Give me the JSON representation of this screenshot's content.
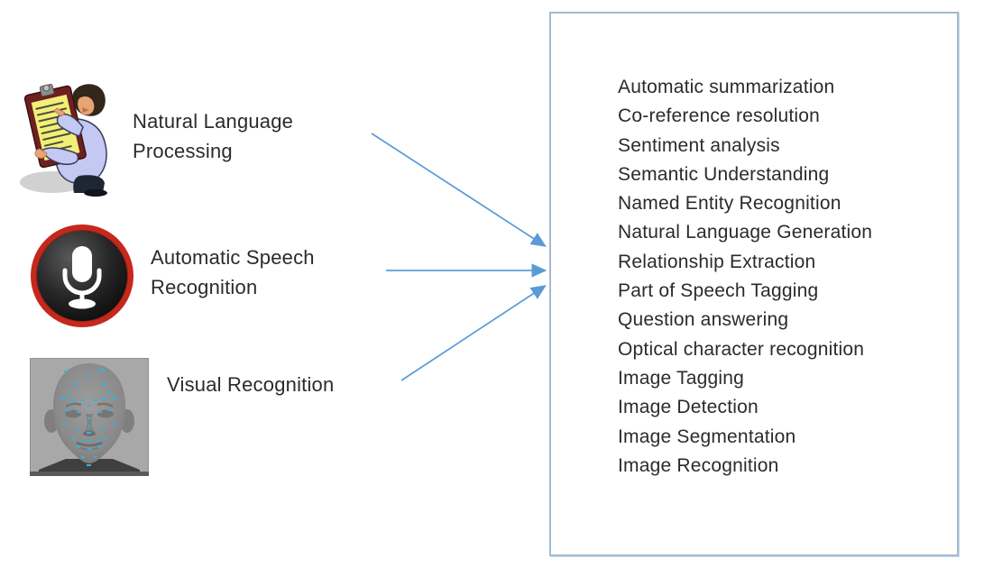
{
  "diagram": {
    "sources": [
      {
        "label": "Natural Language Processing",
        "icon": "clipboard-person-icon"
      },
      {
        "label": "Automatic Speech Recognition",
        "icon": "microphone-icon"
      },
      {
        "label": "Visual Recognition",
        "icon": "face-scan-icon"
      }
    ],
    "tasks": [
      "Automatic summarization",
      "Co-reference resolution",
      "Sentiment analysis",
      "Semantic Understanding",
      "Named Entity Recognition",
      "Natural Language Generation",
      "Relationship Extraction",
      "Part of Speech Tagging",
      "Question answering",
      "Optical character recognition",
      "Image Tagging",
      "Image Detection",
      "Image Segmentation",
      "Image Recognition"
    ]
  },
  "colors": {
    "arrow": "#5b9bd5",
    "box_border": "#a0bcd2",
    "text": "#2b2b2b",
    "background": "#ffffff"
  }
}
